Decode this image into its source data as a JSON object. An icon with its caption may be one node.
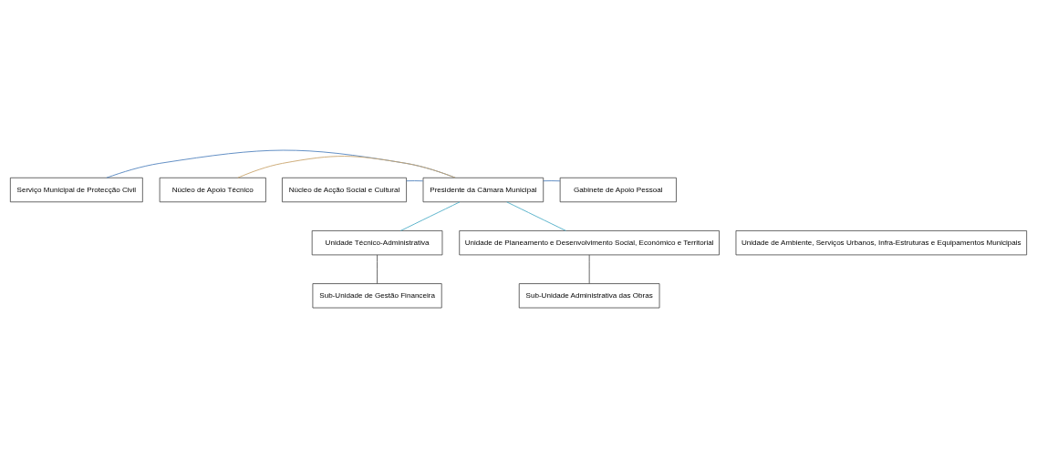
{
  "diagram": {
    "nodes": [
      {
        "text": [
          "Serviço Municipal de Protecção Civil"
        ]
      },
      {
        "text": [
          "Núcleo de Apoio Técnico"
        ]
      },
      {
        "text": [
          "Núcleo de Acção Social e Cultural"
        ]
      },
      {
        "text": [
          "Presidente da Câmara Municipal"
        ]
      },
      {
        "text": [
          "Gabinete de Apoio Pessoal"
        ]
      },
      {
        "text": [
          "Unidade Técnico-Administrativa"
        ]
      },
      {
        "text": [
          "Unidade de Ambiente, Serviços Urbanos, Infra-Estruturas e Equipamentos Municipais"
        ]
      },
      {
        "text": [
          "Unidade de Planeamento e Desenvolvimento Social, Económico e Territorial"
        ]
      },
      {
        "text": [
          "Sub-Unidade de Gestão Financeira"
        ]
      },
      {
        "text": [
          "Sub-Unidade Administrativa das Obras"
        ]
      }
    ],
    "edges": [
      {
        "from": 3,
        "to": 0,
        "arrow": "none",
        "color": "#4f81bd"
      },
      {
        "from": 3,
        "to": 1,
        "arrow": "none",
        "color": "#c9a36b"
      },
      {
        "from": 3,
        "to": 2,
        "arrow": "none",
        "color": "#4f81bd"
      },
      {
        "from": 3,
        "to": 4,
        "arrow": "none",
        "color": "#4f81bd"
      },
      {
        "from": 3,
        "to": 5,
        "arrow": "none",
        "color": "#4bacc6"
      },
      {
        "from": 3,
        "to": 7,
        "arrow": "none",
        "color": "#4bacc6"
      },
      {
        "from": 5,
        "to": 8,
        "arrow": "none",
        "color": "#555555"
      },
      {
        "from": 7,
        "to": 9,
        "arrow": "none",
        "color": "#555555"
      }
    ]
  }
}
